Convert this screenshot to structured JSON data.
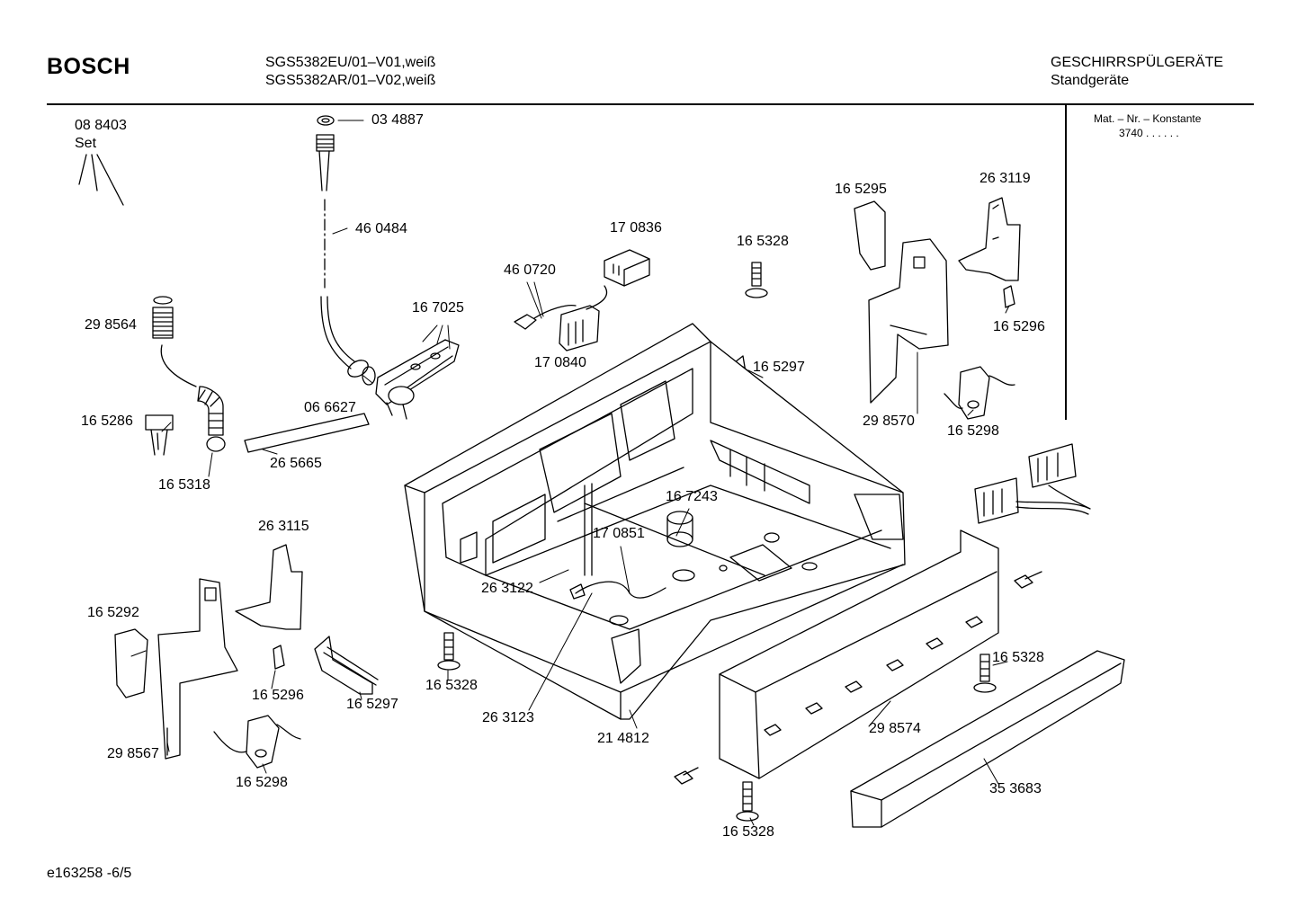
{
  "header": {
    "brand": "BOSCH",
    "model_1": "SGS5382EU/01–V01,weiß",
    "model_2": "SGS5382AR/01–V02,weiß",
    "category": "GESCHIRRSPÜLGERÄTE",
    "subcategory": "Standgeräte",
    "mat_label": "Mat. – Nr. – Konstante",
    "mat_value": "3740  .  .    .  .  .  ."
  },
  "footer": {
    "code": "e163258 -6/5"
  },
  "parts": [
    {
      "id": "p1",
      "label": "08 8403"
    },
    {
      "id": "p2",
      "label": "Set"
    },
    {
      "id": "p3",
      "label": "03 4887"
    },
    {
      "id": "p4",
      "label": "46 0484"
    },
    {
      "id": "p5",
      "label": "17 0836"
    },
    {
      "id": "p6",
      "label": "46 0720"
    },
    {
      "id": "p7",
      "label": "16 5328"
    },
    {
      "id": "p8",
      "label": "16 5295"
    },
    {
      "id": "p9",
      "label": "26 3119"
    },
    {
      "id": "p10",
      "label": "29 8564"
    },
    {
      "id": "p11",
      "label": "16 7025"
    },
    {
      "id": "p12",
      "label": "17 0840"
    },
    {
      "id": "p13",
      "label": "16 5296"
    },
    {
      "id": "p14",
      "label": "16 5297"
    },
    {
      "id": "p15",
      "label": "06 6627"
    },
    {
      "id": "p16",
      "label": "16 5286"
    },
    {
      "id": "p17",
      "label": "29 8570"
    },
    {
      "id": "p18",
      "label": "16 5298"
    },
    {
      "id": "p19",
      "label": "26 5665"
    },
    {
      "id": "p20",
      "label": "16 5318"
    },
    {
      "id": "p21",
      "label": "16 7243"
    },
    {
      "id": "p22",
      "label": "26 3115"
    },
    {
      "id": "p23",
      "label": "17 0851"
    },
    {
      "id": "p24",
      "label": "16 5292"
    },
    {
      "id": "p25",
      "label": "26 3122"
    },
    {
      "id": "p26",
      "label": "16 5328"
    },
    {
      "id": "p27",
      "label": "16 5296"
    },
    {
      "id": "p28",
      "label": "16 5297"
    },
    {
      "id": "p29",
      "label": "16 5328"
    },
    {
      "id": "p30",
      "label": "26 3123"
    },
    {
      "id": "p31",
      "label": "29 8567"
    },
    {
      "id": "p32",
      "label": "29 8574"
    },
    {
      "id": "p33",
      "label": "21 4812"
    },
    {
      "id": "p34",
      "label": "16 5298"
    },
    {
      "id": "p35",
      "label": "35 3683"
    },
    {
      "id": "p36",
      "label": "16 5328"
    }
  ]
}
